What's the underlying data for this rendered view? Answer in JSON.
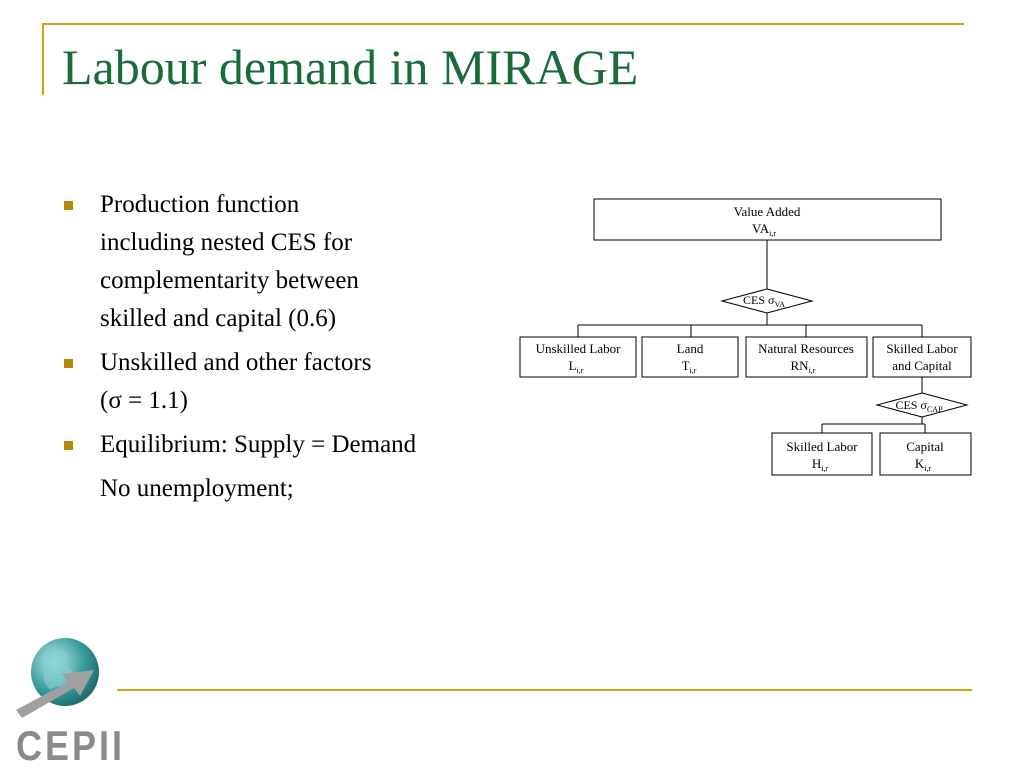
{
  "title": "Labour demand in MIRAGE",
  "bullets": [
    {
      "line1": "Production function",
      "line2": "including nested CES for",
      "line3": "complementarity between",
      "line4": "skilled and capital (0.6)"
    },
    {
      "line1": "Unskilled and other factors",
      "line2": "(σ = 1.1)"
    },
    {
      "line1": "Equilibrium: Supply = Demand"
    }
  ],
  "note": "No unemployment;",
  "diagram": {
    "root": {
      "line1": "Value Added",
      "label": "VA",
      "sub": "i,r"
    },
    "ces_va": {
      "label": "CES σ",
      "sub": "VA"
    },
    "unskilled": {
      "line1": "Unskilled Labor",
      "label": "L",
      "sub": "i,r"
    },
    "land": {
      "line1": "Land",
      "label": "T",
      "sub": "i,r"
    },
    "natural": {
      "line1": "Natural Resources",
      "label": "RN",
      "sub": "i,r"
    },
    "skilled_capital": {
      "line1": "Skilled Labor",
      "line2": "and Capital"
    },
    "ces_cap": {
      "label": "CES σ",
      "sub": "CAP"
    },
    "skilled": {
      "line1": "Skilled Labor",
      "label": "H",
      "sub": "i,r"
    },
    "capital": {
      "line1": "Capital",
      "label": "K",
      "sub": "i,r"
    }
  },
  "logo": {
    "text": "CEPII",
    "globe_color": "#3a9e9e",
    "arrow_color": "#a0a0a0"
  },
  "colors": {
    "title": "#1a6b3c",
    "accent": "#d4a017",
    "bullet": "#b8860b"
  }
}
